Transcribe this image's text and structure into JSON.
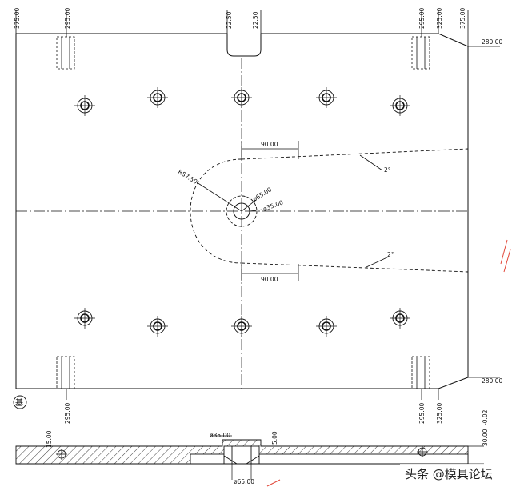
{
  "drawing": {
    "top_dims": {
      "left_edge": "375.00",
      "left_bolt": "295.00",
      "slot_left": "22.50",
      "slot_right": "22.50",
      "right_bolt": "295.00",
      "right_step": "325.00",
      "right_edge": "375.00"
    },
    "right_dims": {
      "upper": "280.00",
      "lower": "280.00"
    },
    "bottom_dims": {
      "left_bolt": "295.00",
      "right_bolt": "295.00",
      "right_step": "325.00"
    },
    "center_dims": {
      "radius": "R87.50",
      "bore_outer": "ø65.00",
      "bore_inner": "ø35.00",
      "slot_upper_width": "90.00",
      "slot_lower_width": "90.00",
      "taper_upper": "2°",
      "taper_lower": "2°"
    },
    "section_dims": {
      "left_depth": "15.00",
      "counterbore_dia": "ø35.00",
      "counterbore_depth": "5.00",
      "thickness": "30.00",
      "tolerance": "-0.02",
      "bore_dia": "ø65.00"
    },
    "view_marker": "基",
    "watermark": "头条 @模具论坛",
    "accent_color": "#e2483a"
  }
}
